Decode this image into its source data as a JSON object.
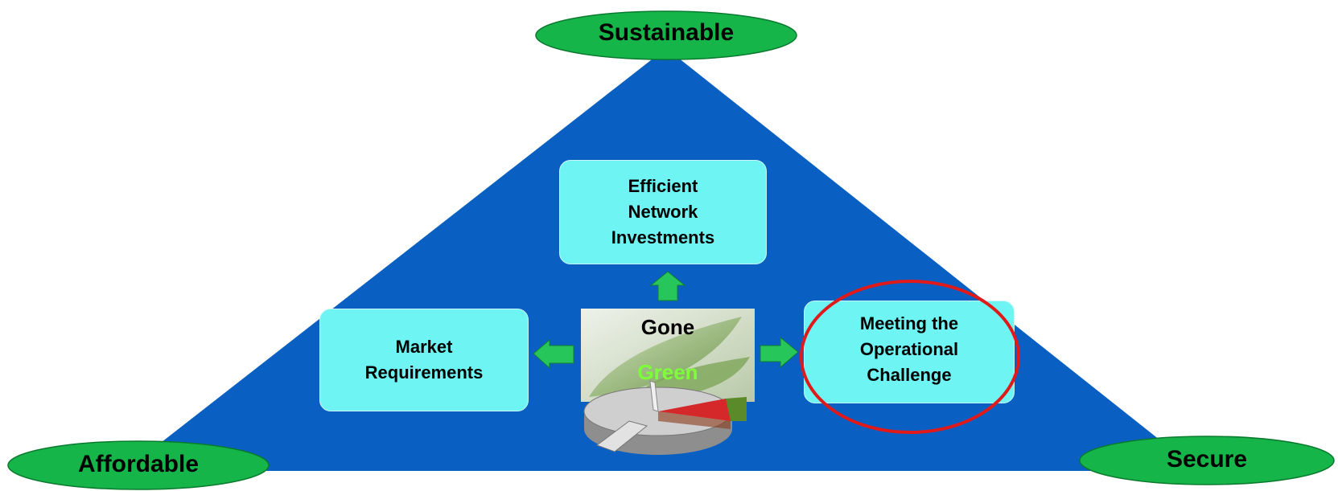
{
  "vertices": {
    "top": "Sustainable",
    "left": "Affordable",
    "right": "Secure"
  },
  "boxes": {
    "top": [
      "Efficient",
      "Network",
      "Investments"
    ],
    "left": [
      "Market",
      "Requirements"
    ],
    "right": [
      "Meeting the",
      "Operational",
      "Challenge"
    ]
  },
  "picture": {
    "line1": "Gone",
    "line2": "Green"
  },
  "colors": {
    "triangle": "#0960c2",
    "oval": "#16b54a",
    "box": "#6ff4f4",
    "arrow": "#27c65a",
    "highlight": "#e01a1a"
  }
}
